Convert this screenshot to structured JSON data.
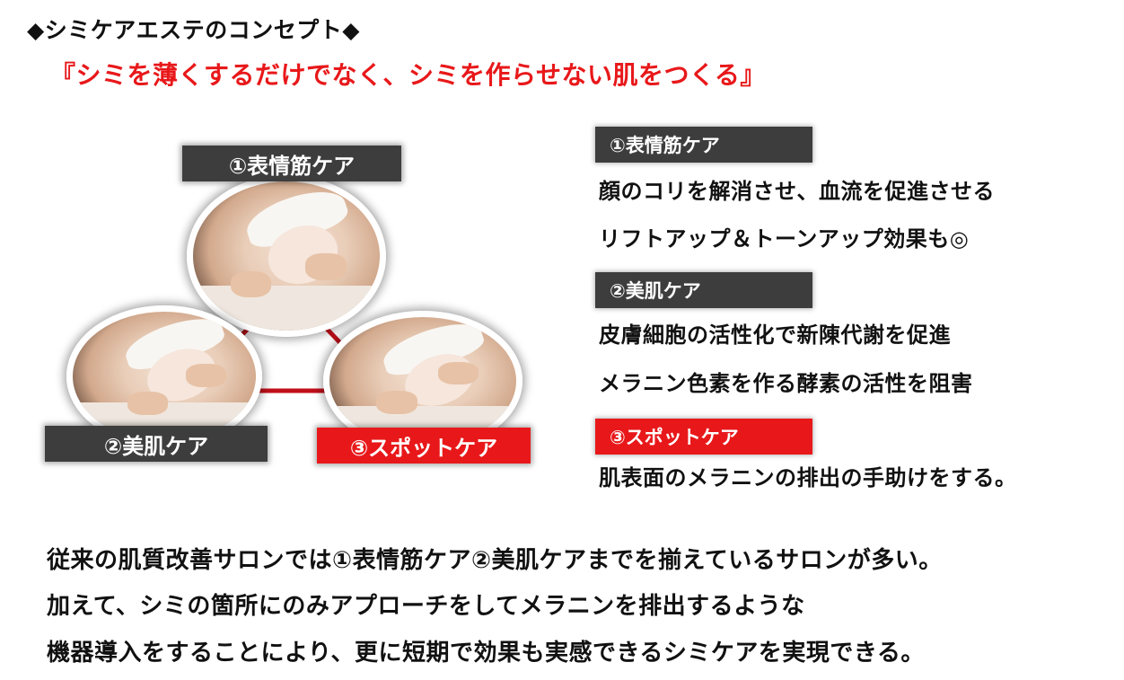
{
  "heading": "◆シミケアエステのコンセプト◆",
  "tagline": "『シミを薄くするだけでなく、シミを作らせない肌をつくる』",
  "diagram": {
    "labels": [
      "①表情筋ケア",
      "②美肌ケア",
      "③スポットケア"
    ],
    "colors": {
      "dark": "#3d3d3d",
      "red": "#e8181a",
      "triangle": "#c0101a"
    }
  },
  "sections": [
    {
      "label": "①表情筋ケア",
      "lines": [
        "顔のコリを解消させ、血流を促進させる",
        "リフトアップ＆トーンアップ効果も◎"
      ]
    },
    {
      "label": "②美肌ケア",
      "lines": [
        "皮膚細胞の活性化で新陳代謝を促進",
        "メラニン色素を作る酵素の活性を阻害"
      ]
    },
    {
      "label": "③スポットケア",
      "lines": [
        "肌表面のメラニンの排出の手助けをする。"
      ]
    }
  ],
  "summary": [
    "従来の肌質改善サロンでは①表情筋ケア②美肌ケアまでを揃えているサロンが多い。",
    "加えて、シミの箇所にのみアプローチをしてメラニンを排出するような",
    "機器導入をすることにより、更に短期で効果も実感できるシミケアを実現できる。"
  ]
}
